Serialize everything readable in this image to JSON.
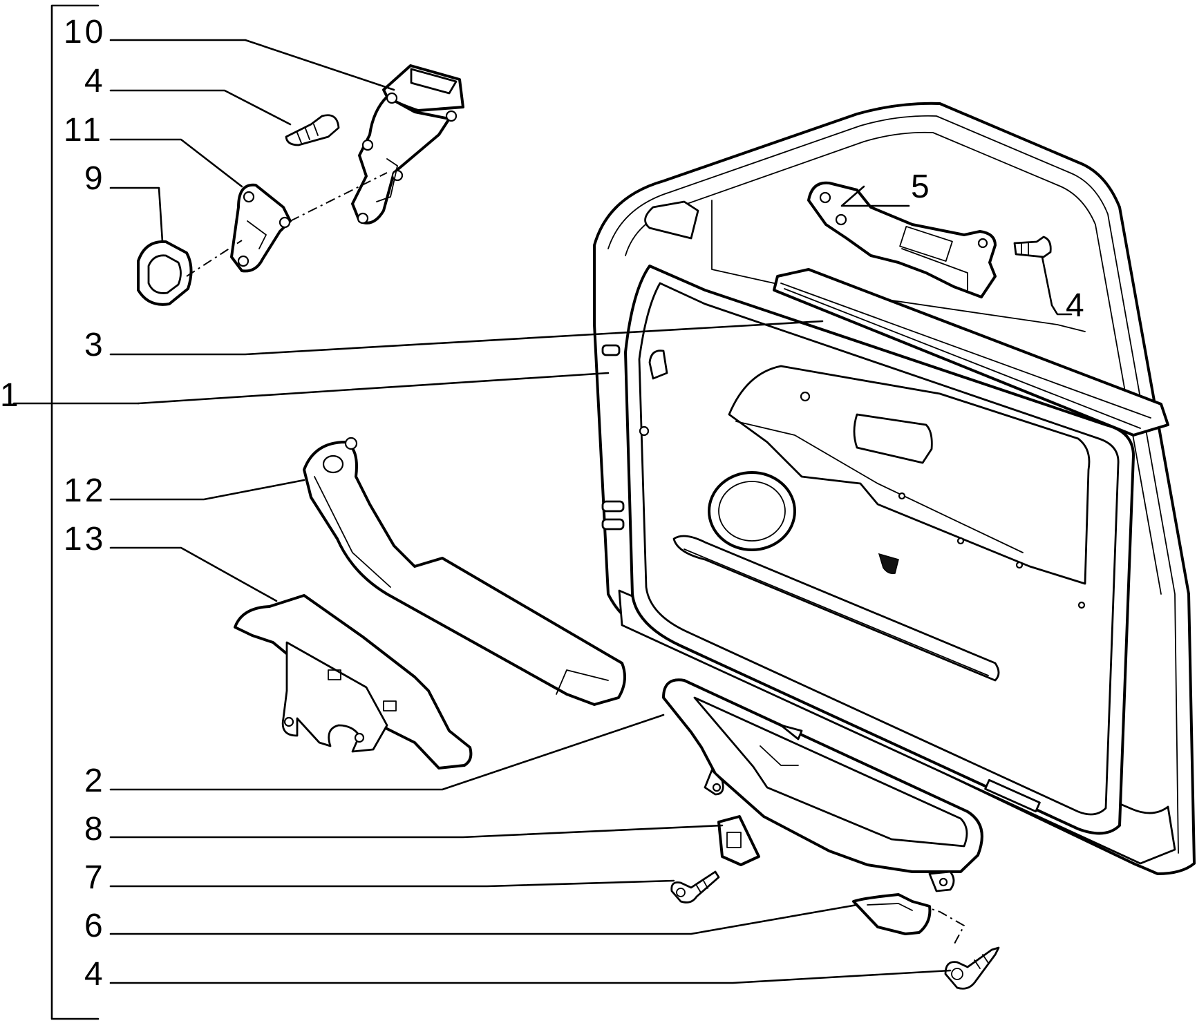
{
  "callouts": {
    "c10": "10",
    "c4_top": "4",
    "c11": "11",
    "c9": "9",
    "c3": "3",
    "c1": "1",
    "c12": "12",
    "c13": "13",
    "c2": "2",
    "c8": "8",
    "c7": "7",
    "c6": "6",
    "c4_bottom": "4",
    "c5": "5",
    "c4_right": "4"
  }
}
